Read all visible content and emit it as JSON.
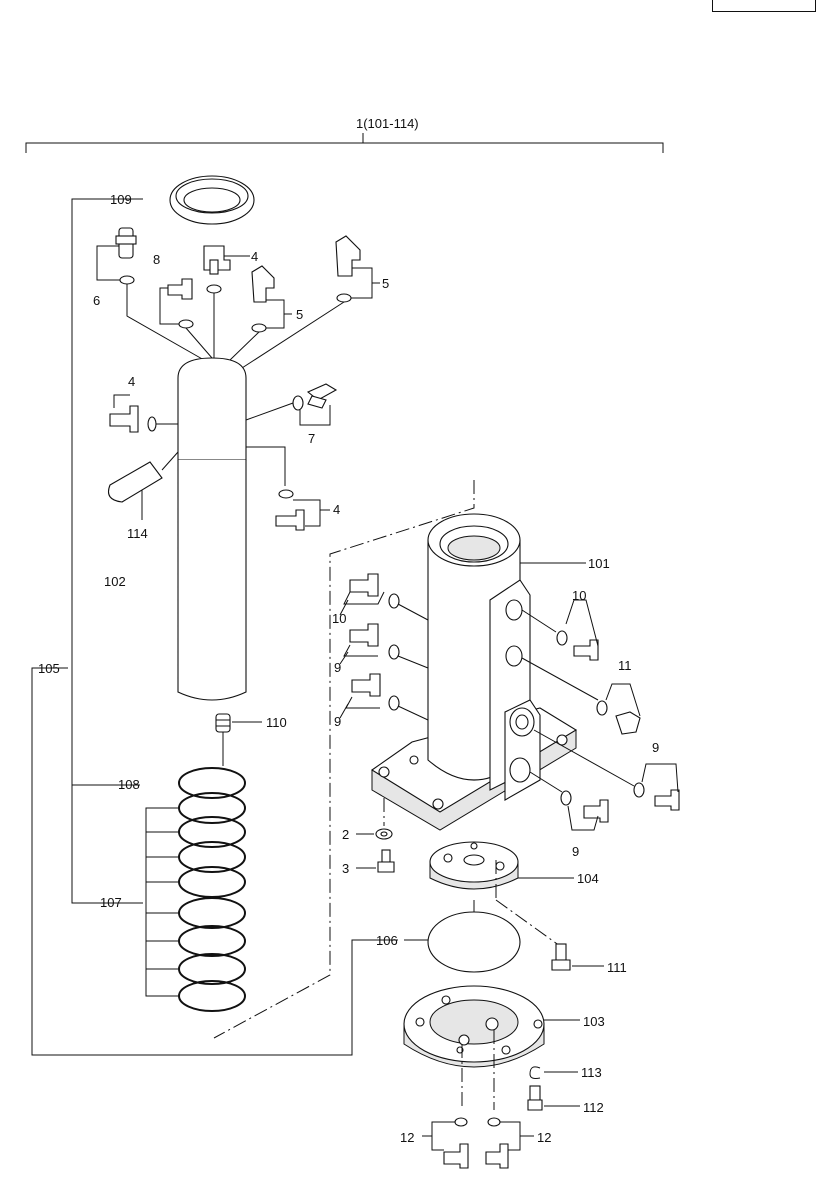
{
  "header": {
    "assembly_label": "1(101-114)"
  },
  "labels": {
    "p101": "101",
    "p102": "102",
    "p103": "103",
    "p104": "104",
    "p105": "105",
    "p106": "106",
    "p107": "107",
    "p108": "108",
    "p109": "109",
    "p110": "110",
    "p111": "111",
    "p112": "112",
    "p113": "113",
    "p114": "114",
    "p2": "2",
    "p3": "3",
    "p4": "4",
    "p5": "5",
    "p6": "6",
    "p7": "7",
    "p8": "8",
    "p9": "9",
    "p10": "10",
    "p11": "11",
    "p12": "12"
  }
}
